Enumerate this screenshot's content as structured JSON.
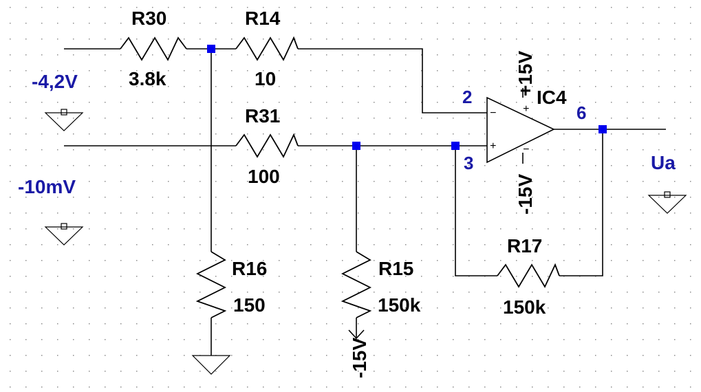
{
  "schematic": {
    "nets": {
      "in1": "-4,2V",
      "in2": "-10mV",
      "out": "Ua"
    },
    "supplies": {
      "pos": "+15V",
      "neg": "-15V",
      "r15_bottom": "-15V"
    },
    "opamp": {
      "name": "IC4",
      "pin_inv": "2",
      "pin_noninv": "3",
      "pin_out": "6",
      "sign_minus": "−",
      "sign_plus": "+"
    },
    "resistors": {
      "r30": {
        "name": "R30",
        "value": "3.8k"
      },
      "r14": {
        "name": "R14",
        "value": "10"
      },
      "r31": {
        "name": "R31",
        "value": "100"
      },
      "r16": {
        "name": "R16",
        "value": "150"
      },
      "r15": {
        "name": "R15",
        "value": "150k"
      },
      "r17": {
        "name": "R17",
        "value": "150k"
      }
    },
    "colors": {
      "wire": "#000000",
      "node": "#0000ee",
      "net_label": "#1a1aa6",
      "grid_dot": "#8c8c8c"
    }
  }
}
